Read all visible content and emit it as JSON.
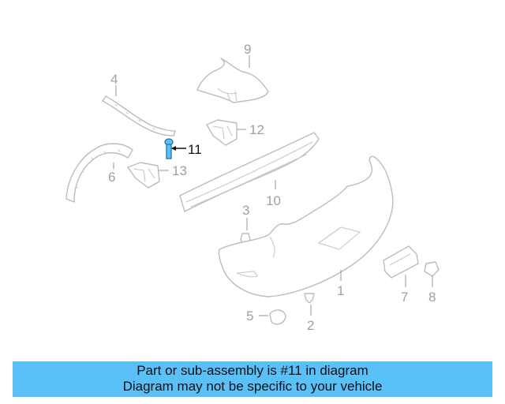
{
  "diagram": {
    "highlight_color": "#59c0f8",
    "callouts": [
      {
        "id": "1",
        "label": "1"
      },
      {
        "id": "2",
        "label": "2"
      },
      {
        "id": "3",
        "label": "3"
      },
      {
        "id": "4",
        "label": "4"
      },
      {
        "id": "5",
        "label": "5"
      },
      {
        "id": "6",
        "label": "6"
      },
      {
        "id": "7",
        "label": "7"
      },
      {
        "id": "8",
        "label": "8"
      },
      {
        "id": "9",
        "label": "9"
      },
      {
        "id": "10",
        "label": "10"
      },
      {
        "id": "11",
        "label": "11"
      },
      {
        "id": "12",
        "label": "12"
      },
      {
        "id": "13",
        "label": "13"
      }
    ],
    "highlighted_part": "11"
  },
  "banner": {
    "line1": "Part or sub-assembly is #11 in diagram",
    "line2": "Diagram may not be specific to your vehicle",
    "background": "#59c0f8"
  }
}
